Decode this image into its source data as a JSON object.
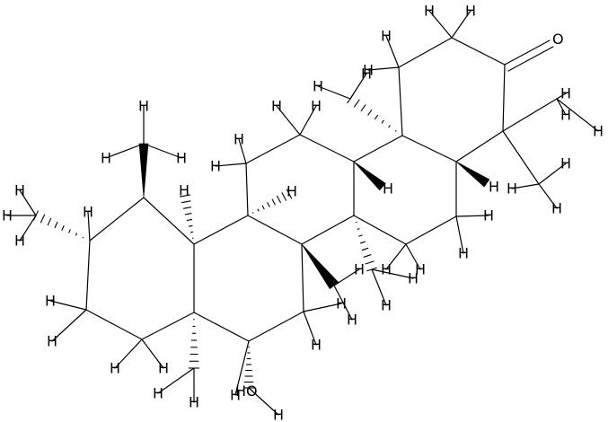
{
  "structure": {
    "hydrogen_symbol": "H",
    "oxygen_symbol": "O",
    "hydroxyl_label": "HO",
    "ketone_label": "O"
  }
}
